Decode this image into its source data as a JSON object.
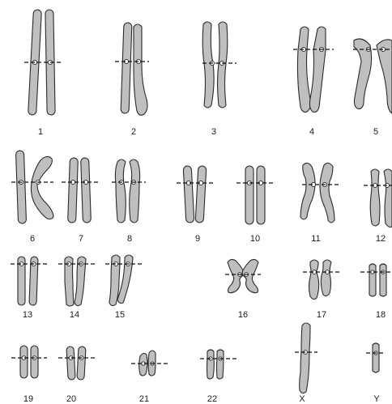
{
  "karyotype": {
    "labels": {
      "c1": "1",
      "c2": "2",
      "c3": "3",
      "c4": "4",
      "c5": "5",
      "c6": "6",
      "c7": "7",
      "c8": "8",
      "c9": "9",
      "c10": "10",
      "c11": "11",
      "c12": "12",
      "c13": "13",
      "c14": "14",
      "c15": "15",
      "c16": "16",
      "c17": "17",
      "c18": "18",
      "c19": "19",
      "c20": "20",
      "c21": "21",
      "c22": "22",
      "cX": "X",
      "cY": "Y"
    },
    "colors": {
      "chromosome_fill": "#bfbfbf",
      "outline": "#2b2b2b",
      "centromere": "#ffffff",
      "dashed_line": "#111111"
    }
  }
}
